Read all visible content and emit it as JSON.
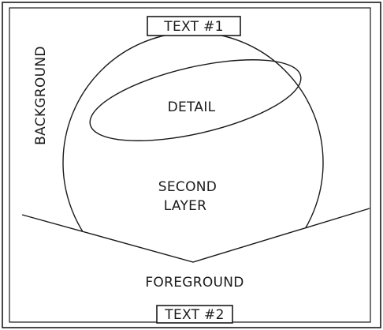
{
  "diagram": {
    "text1": "TEXT #1",
    "text2": "TEXT #2",
    "background": "BACKGROUND",
    "detail": "DETAIL",
    "second_layer_line1": "SECOND",
    "second_layer_line2": "LAYER",
    "foreground": "FOREGROUND"
  }
}
